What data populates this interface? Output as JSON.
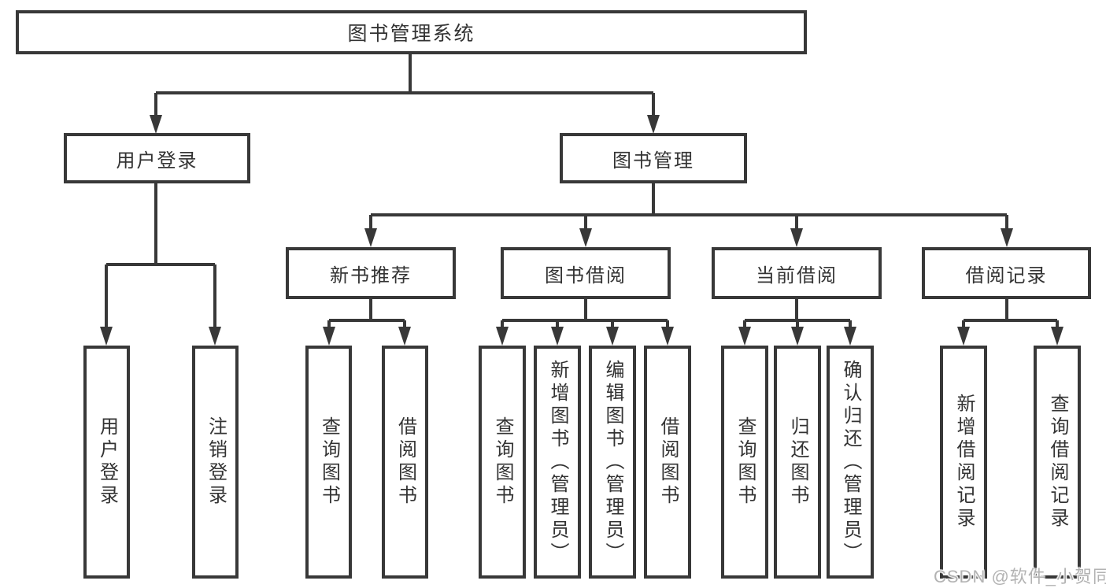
{
  "tree": {
    "label": "图书管理系统",
    "children": [
      {
        "label": "用户登录",
        "children": [
          {
            "label": "用户登录"
          },
          {
            "label": "注销登录"
          }
        ]
      },
      {
        "label": "图书管理",
        "children": [
          {
            "label": "新书推荐",
            "children": [
              {
                "label": "查询图书"
              },
              {
                "label": "借阅图书"
              }
            ]
          },
          {
            "label": "图书借阅",
            "children": [
              {
                "label": "查询图书"
              },
              {
                "label": "新增图书（管理员）"
              },
              {
                "label": "编辑图书（管理员）"
              },
              {
                "label": "借阅图书"
              }
            ]
          },
          {
            "label": "当前借阅",
            "children": [
              {
                "label": "查询图书"
              },
              {
                "label": "归还图书"
              },
              {
                "label": "确认归还（管理员）"
              }
            ]
          },
          {
            "label": "借阅记录",
            "children": [
              {
                "label": "新增借阅记录"
              },
              {
                "label": "查询借阅记录"
              }
            ]
          }
        ]
      }
    ]
  },
  "watermark": {
    "text": "CSDN @软件_小贺同学"
  },
  "colors": {
    "line": "#383838",
    "text": "#333333",
    "box_background": "#ffffff",
    "watermark": "#b3b3b3"
  }
}
